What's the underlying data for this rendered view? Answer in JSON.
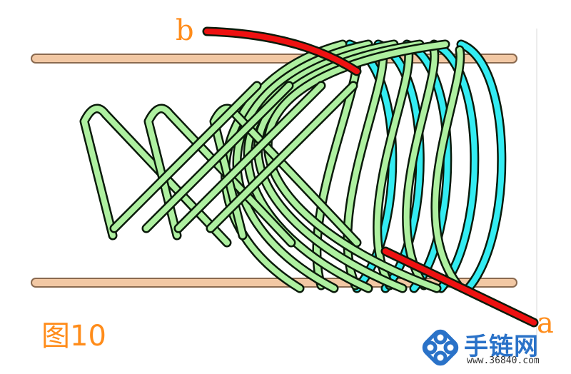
{
  "labels": {
    "b": "b",
    "a": "a"
  },
  "caption": "图10",
  "watermark": {
    "name": "手链网",
    "url": "www.36840.com"
  },
  "colors": {
    "rod": "#f2c8a4",
    "rod_outline": "#8a6a50",
    "cord_green": "#aef0a0",
    "cord_cyan": "#33ecf2",
    "cord_red": "#ee1111",
    "outline": "#0a1a0a",
    "label": "#ff8c1a",
    "watermark": "#2a72c8"
  }
}
